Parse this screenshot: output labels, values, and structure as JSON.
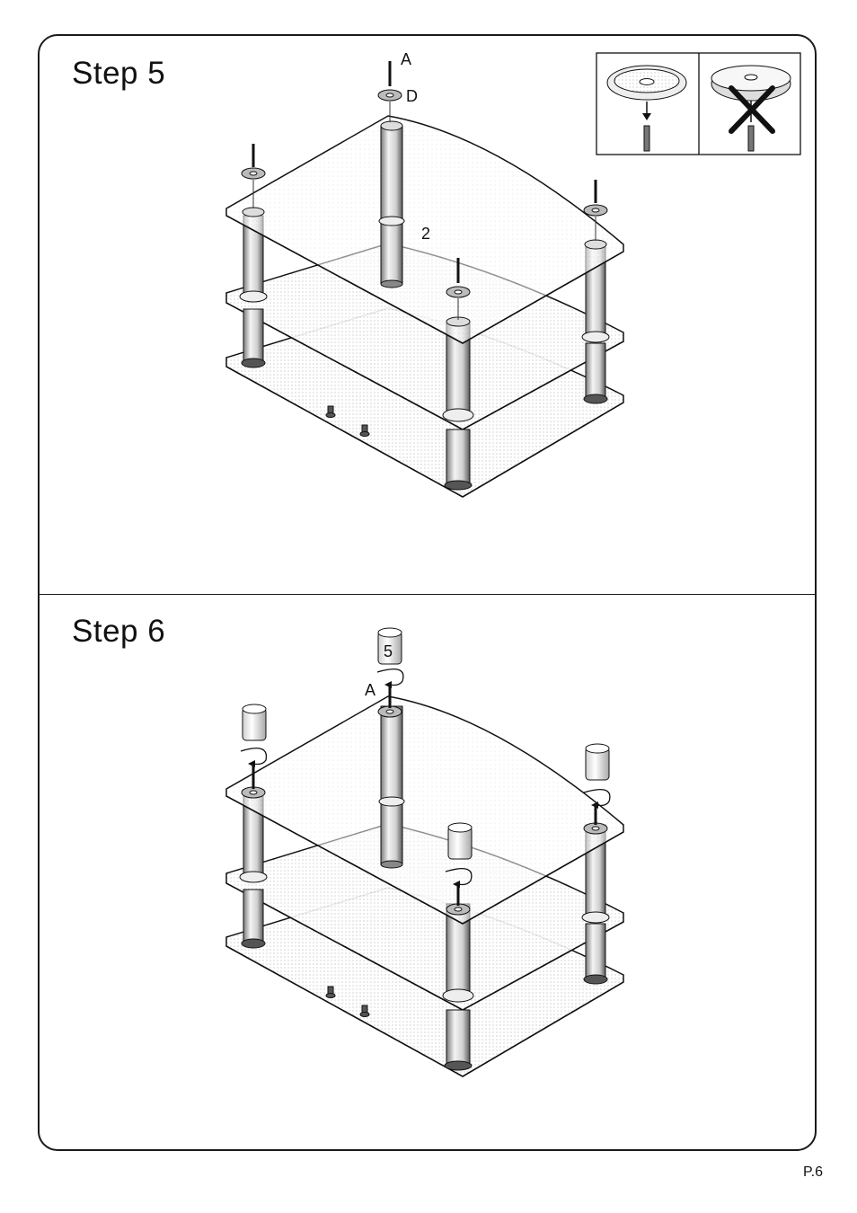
{
  "step5": {
    "title": "Step  5",
    "label_screw": "A",
    "label_washer": "D",
    "label_shelf": "2"
  },
  "step6": {
    "title": "Step  6",
    "label_screw": "A",
    "label_cap": "5"
  },
  "footer": {
    "page": "P.6"
  }
}
